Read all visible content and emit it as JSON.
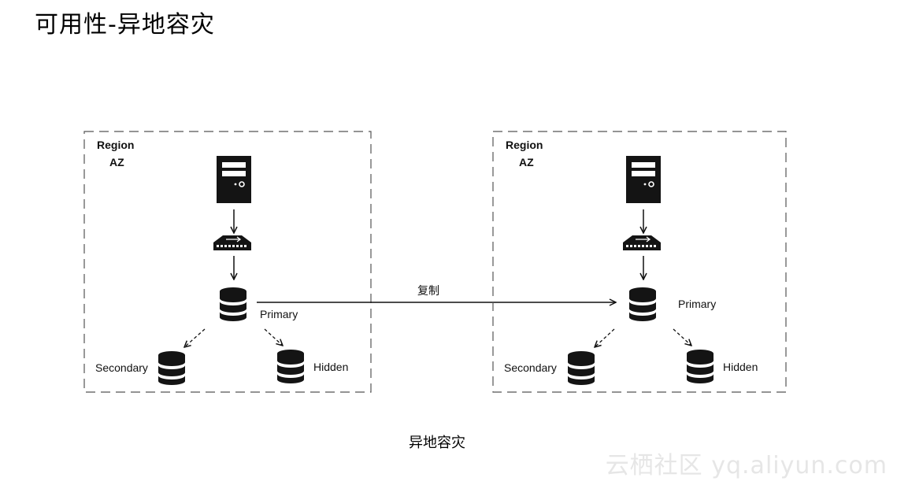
{
  "title": "可用性-异地容灾",
  "left_region": {
    "region_label": "Region",
    "az_label": "AZ",
    "primary_label": "Primary",
    "secondary_label": "Secondary",
    "hidden_label": "Hidden"
  },
  "right_region": {
    "region_label": "Region",
    "az_label": "AZ",
    "primary_label": "Primary",
    "secondary_label": "Secondary",
    "hidden_label": "Hidden"
  },
  "replication_label": "复制",
  "caption": "异地容灾",
  "watermark": "云栖社区 yq.aliyun.com"
}
